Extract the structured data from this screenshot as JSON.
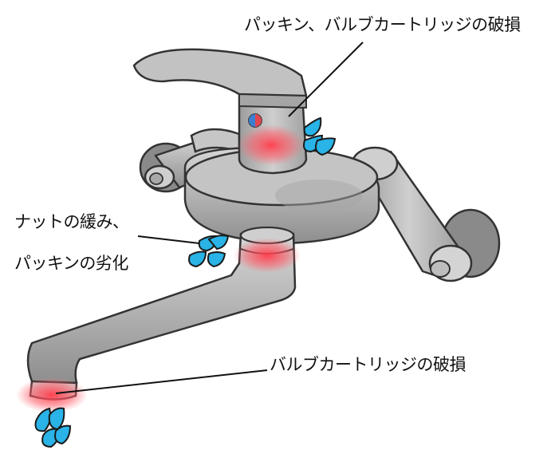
{
  "callouts": {
    "top": "パッキン、バルブカートリッジの破損",
    "left_line1": "ナットの緩み、",
    "left_line2": "パッキンの劣化",
    "bottom": "バルブカートリッジの破損"
  },
  "colors": {
    "leak_highlight": "#ff4a55",
    "water_drop": "#29b3e6",
    "metal": "#b9b9b9",
    "outline": "#3a3a3a"
  },
  "icons": [
    "water-drop-icon",
    "faucet-illustration"
  ]
}
